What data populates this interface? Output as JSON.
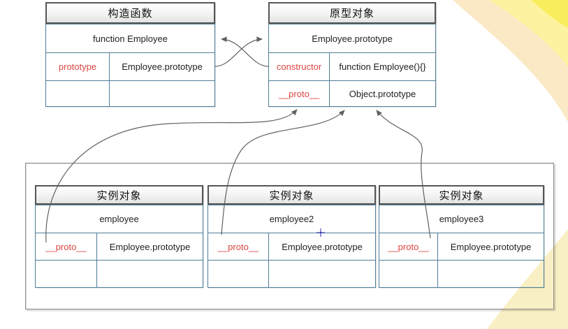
{
  "constructor_table": {
    "title": "构造函数",
    "name_row": "function Employee",
    "rows": [
      {
        "key": "prototype",
        "value": "Employee.prototype"
      },
      {
        "key": "",
        "value": ""
      }
    ]
  },
  "prototype_table": {
    "title": "原型对象",
    "name_row": "Employee.prototype",
    "rows": [
      {
        "key": "constructor",
        "value": "function Employee(){}"
      },
      {
        "key": "__proto__",
        "value": "Object.prototype"
      }
    ]
  },
  "instances": [
    {
      "title": "实例对象",
      "name_row": "employee",
      "rows": [
        {
          "key": "__proto__",
          "value": "Employee.prototype"
        },
        {
          "key": "",
          "value": ""
        }
      ]
    },
    {
      "title": "实例对象",
      "name_row": "employee2",
      "rows": [
        {
          "key": "__proto__",
          "value": "Employee.prototype"
        },
        {
          "key": "",
          "value": ""
        }
      ]
    },
    {
      "title": "实例对象",
      "name_row": "employee3",
      "rows": [
        {
          "key": "__proto__",
          "value": "Employee.prototype"
        },
        {
          "key": "",
          "value": ""
        }
      ]
    }
  ],
  "colors": {
    "cell_border": "#4f7e99",
    "header_grad_top": "#fefefe",
    "header_grad_bottom": "#e4e4e4",
    "red_text": "#dc4540",
    "arrow": "#606060",
    "bg_cream": "#fbe9c6",
    "bg_mid_yellow": "#fdf2a0",
    "bg_lemon": "#f8ee5d",
    "bg_pale_yellow": "#f9efc4",
    "cursor_blue": "#2b2bb0"
  }
}
